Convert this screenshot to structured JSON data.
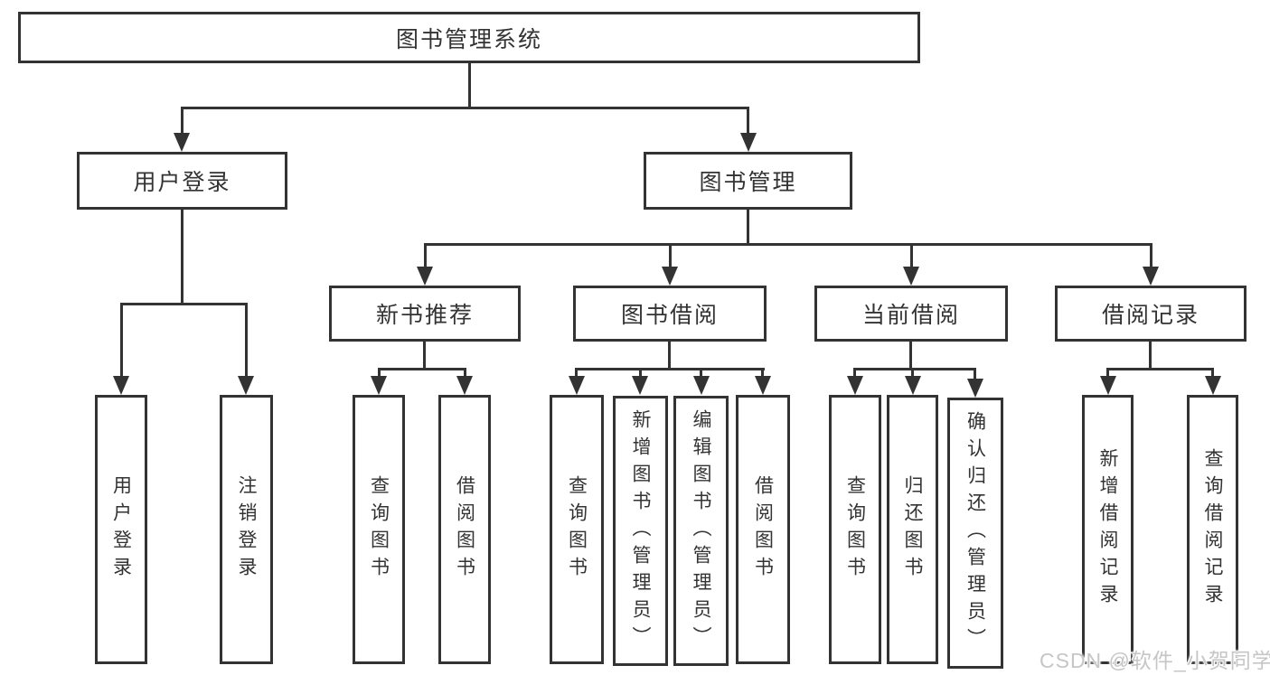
{
  "colors": {
    "line": "#333333",
    "text": "#333333",
    "background": "#ffffff",
    "watermark": "#c6c6c6"
  },
  "watermark": {
    "text": "CSDN @软件_小贺同学"
  },
  "tree": {
    "root": {
      "label": "图书管理系统"
    },
    "children": [
      {
        "label": "用户登录",
        "children": [
          {
            "label": "用户登录"
          },
          {
            "label": "注销登录"
          }
        ]
      },
      {
        "label": "图书管理",
        "children": [
          {
            "label": "新书推荐",
            "children": [
              {
                "label": "查询图书"
              },
              {
                "label": "借阅图书"
              }
            ]
          },
          {
            "label": "图书借阅",
            "children": [
              {
                "label": "查询图书"
              },
              {
                "label": "新增图书（管理员）"
              },
              {
                "label": "编辑图书（管理员）"
              },
              {
                "label": "借阅图书"
              }
            ]
          },
          {
            "label": "当前借阅",
            "children": [
              {
                "label": "查询图书"
              },
              {
                "label": "归还图书"
              },
              {
                "label": "确认归还（管理员）"
              }
            ]
          },
          {
            "label": "借阅记录",
            "children": [
              {
                "label": "新增借阅记录"
              },
              {
                "label": "查询借阅记录"
              }
            ]
          }
        ]
      }
    ]
  }
}
